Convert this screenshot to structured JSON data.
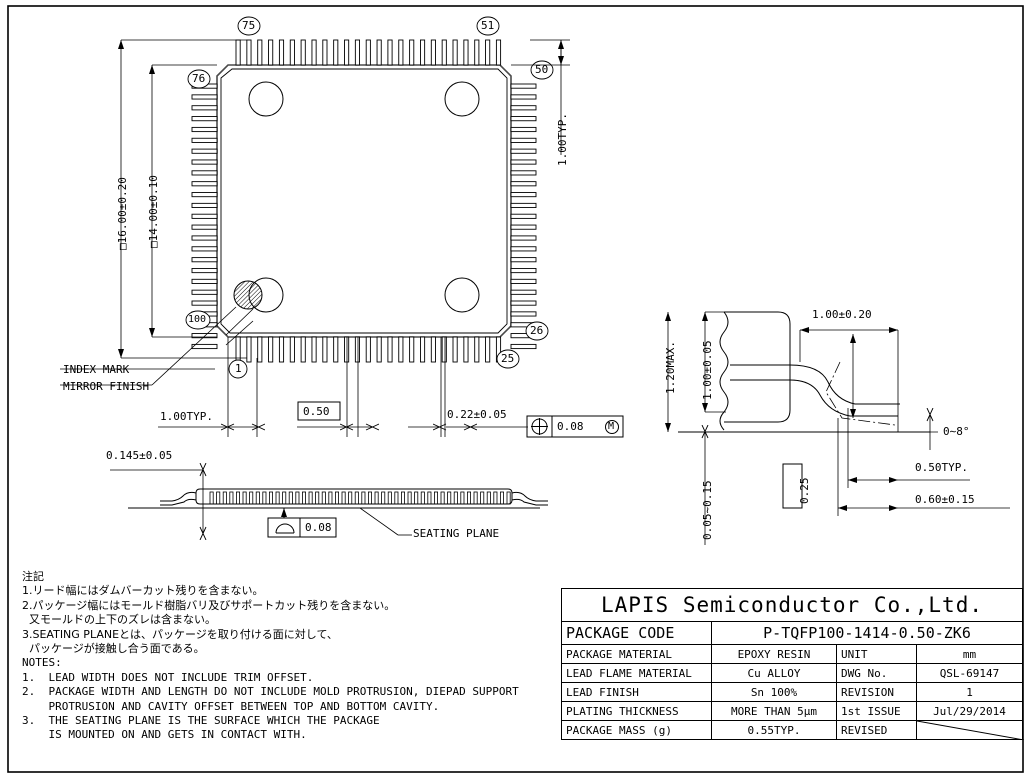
{
  "drawing": {
    "type": "package-outline-drawing",
    "plan_view": {
      "pin_callouts": [
        "75",
        "76",
        "51",
        "50",
        "100",
        "1",
        "26",
        "25"
      ],
      "dim_body_outer": "□16.00±0.20",
      "dim_body_inner": "□14.00±0.10",
      "dim_lead_vertical_pitch": "1.00TYP.",
      "dim_lead_length": "1.00TYP.",
      "dim_pitch": "0.50",
      "dim_lead_width": "0.22±0.05",
      "gdt_position_value": "0.08",
      "gdt_position_modifier": "M",
      "label_index_mark": "INDEX MARK",
      "label_mirror_finish": "MIRROR FINISH"
    },
    "side_view": {
      "dim_standoff": "0.145±0.05",
      "gdt_profile_value": "0.08",
      "label_seating_plane": "SEATING PLANE"
    },
    "detail_view": {
      "dim_total_height": "1.20MAX.",
      "dim_body_thickness": "1.00±0.05",
      "dim_standoff_range": "0.05∼0.15",
      "dim_lead_span": "1.00±0.20",
      "dim_lead_thickness": "0.25",
      "dim_lead_foot": "0.50TYP.",
      "dim_lead_foot_total": "0.60±0.15",
      "dim_lead_angle": "0∼8°"
    }
  },
  "notes": {
    "jp_heading": "注記",
    "jp_lines": [
      "1.リード幅にはダムバーカット残りを含まない。",
      "2.パッケージ幅にはモールド樹脂バリ及びサポートカット残りを含まない。",
      "  又モールドの上下のズレは含まない。",
      "3.SEATING PLANEとは、パッケージを取り付ける面に対して、",
      "  パッケージが接触し合う面である。"
    ],
    "en_heading": "NOTES:",
    "en_lines": [
      "1.  LEAD WIDTH DOES NOT INCLUDE TRIM OFFSET.",
      "2.  PACKAGE WIDTH AND LENGTH DO NOT INCLUDE MOLD PROTRUSION, DIEPAD SUPPORT",
      "    PROTRUSION AND CAVITY OFFSET BETWEEN TOP AND BOTTOM CAVITY.",
      "3.  THE SEATING PLANE IS THE SURFACE WHICH THE PACKAGE",
      "    IS MOUNTED ON AND GETS IN CONTACT WITH."
    ]
  },
  "title_block": {
    "company": "LAPIS Semiconductor Co.,Ltd.",
    "package_code_label": "PACKAGE CODE",
    "package_code_value": "P-TQFP100-1414-0.50-ZK6",
    "rows": [
      {
        "label": "PACKAGE MATERIAL",
        "value": "EPOXY RESIN",
        "label2": "UNIT",
        "value2": "mm"
      },
      {
        "label": "LEAD FLAME MATERIAL",
        "value": "Cu ALLOY",
        "label2": "DWG No.",
        "value2": "QSL-69147"
      },
      {
        "label": "LEAD FINISH",
        "value": "Sn  100%",
        "label2": "REVISION",
        "value2": "1"
      },
      {
        "label": "PLATING THICKNESS",
        "value": "MORE THAN 5μm",
        "label2": "1st ISSUE",
        "value2": "Jul/29/2014"
      },
      {
        "label": "PACKAGE MASS (g)",
        "value": "0.55TYP.",
        "label2": "REVISED",
        "value2": ""
      }
    ]
  }
}
